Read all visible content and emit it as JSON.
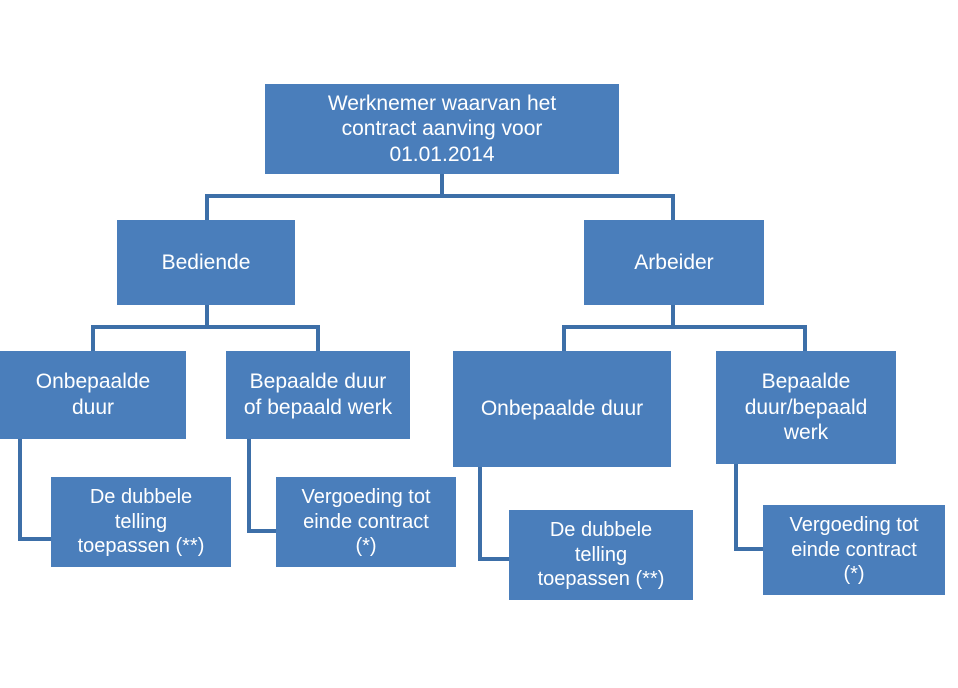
{
  "diagram": {
    "title_text": "Werknemer waarvan het contract aanving voor 01.01.2014",
    "colors": {
      "node_fill": "#4A7EBB",
      "node_text": "#FFFFFF",
      "connector": "#3D6FA8",
      "background": "#FFFFFF"
    },
    "nodes": {
      "root": {
        "label": "Werknemer waarvan het\ncontract aanving voor\n01.01.2014",
        "level": 0
      },
      "bediende": {
        "label": "Bediende",
        "level": 1
      },
      "arbeider": {
        "label": "Arbeider",
        "level": 1
      },
      "bediende_onbepaalde": {
        "label": "Onbepaalde\nduur",
        "level": 2
      },
      "bediende_bepaalde": {
        "label": "Bepaalde duur\nof bepaald werk",
        "level": 2
      },
      "arbeider_onbepaalde": {
        "label": "Onbepaalde duur",
        "level": 2
      },
      "arbeider_bepaalde": {
        "label": "Bepaalde\nduur/bepaald\nwerk",
        "level": 2
      },
      "bediende_onbepaalde_result": {
        "label": "De dubbele\ntelling\ntoepassen (**)",
        "level": 3
      },
      "bediende_bepaalde_result": {
        "label": "Vergoeding tot\neinde contract\n(*)",
        "level": 3
      },
      "arbeider_onbepaalde_result": {
        "label": "De dubbele\ntelling\ntoepassen (**)",
        "level": 3
      },
      "arbeider_bepaalde_result": {
        "label": "Vergoeding tot\neinde contract\n(*)",
        "level": 3
      }
    }
  }
}
